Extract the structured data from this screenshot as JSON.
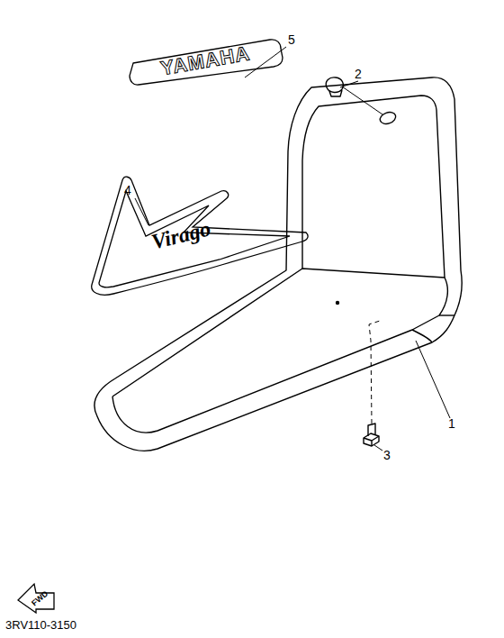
{
  "diagram": {
    "nodes": [
      {
        "text": [
          "YAMAHA"
        ]
      },
      {
        "text": [
          "Virago"
        ]
      },
      {
        "text": [
          "FWD"
        ]
      }
    ],
    "labels": [
      "5",
      "2",
      "4",
      "1",
      "3",
      "3RV110-3150"
    ]
  }
}
